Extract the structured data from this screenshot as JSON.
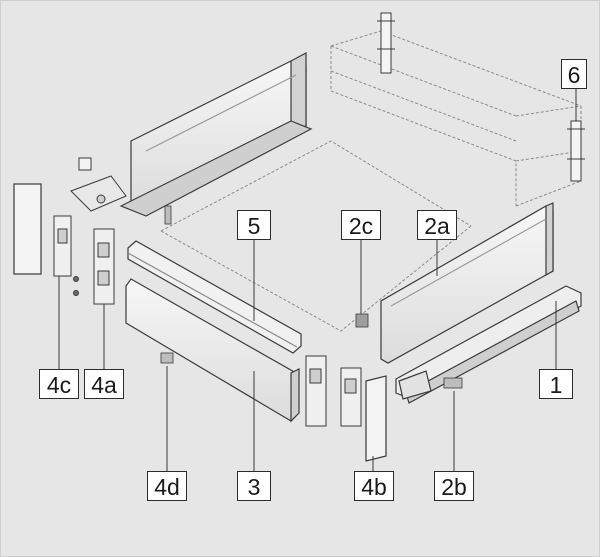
{
  "colors": {
    "background": "#e6e6e6",
    "part_fill": "#f4f4f4",
    "part_shade": "#d2d2d2",
    "outline": "#3a3a3a",
    "dashed": "#8a8a8a",
    "label_border": "#2b2b2b"
  },
  "callouts": {
    "c1": "1",
    "c2a": "2a",
    "c2b": "2b",
    "c2c": "2c",
    "c3": "3",
    "c4a": "4a",
    "c4b": "4b",
    "c4c": "4c",
    "c4d": "4d",
    "c5": "5",
    "c6": "6"
  }
}
